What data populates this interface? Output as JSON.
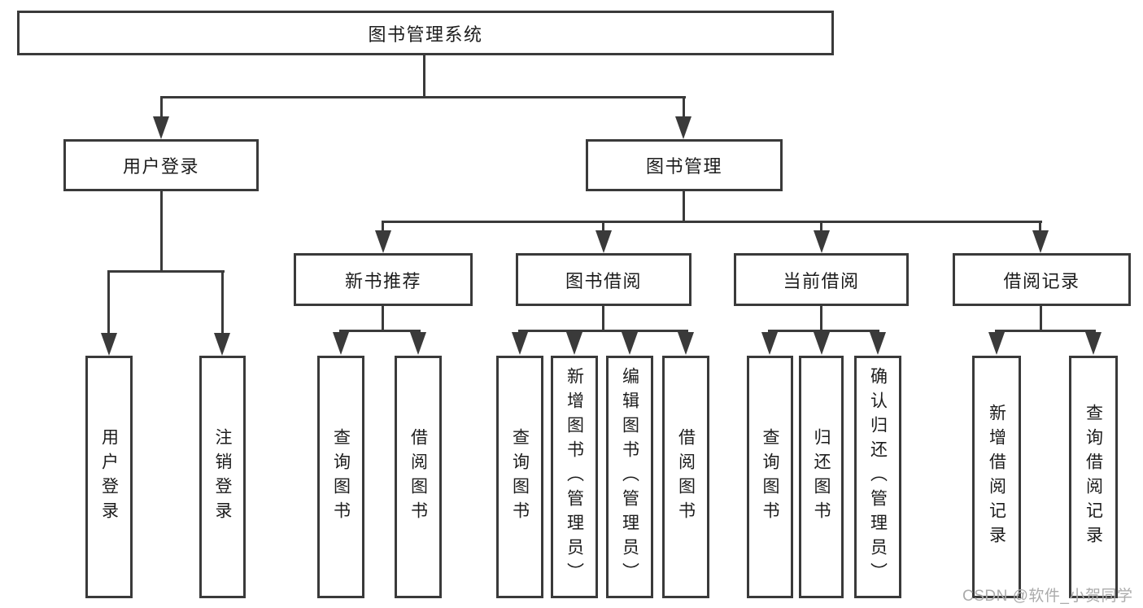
{
  "tree": {
    "root": {
      "label": "图书管理系统",
      "children": [
        {
          "label": "用户登录",
          "children": [
            {
              "label": "用户登录"
            },
            {
              "label": "注销登录"
            }
          ]
        },
        {
          "label": "图书管理",
          "children": [
            {
              "label": "新书推荐",
              "children": [
                {
                  "label": "查询图书"
                },
                {
                  "label": "借阅图书"
                }
              ]
            },
            {
              "label": "图书借阅",
              "children": [
                {
                  "label": "查询图书"
                },
                {
                  "label": "新增图书（管理员）"
                },
                {
                  "label": "编辑图书（管理员）"
                },
                {
                  "label": "借阅图书"
                }
              ]
            },
            {
              "label": "当前借阅",
              "children": [
                {
                  "label": "查询图书"
                },
                {
                  "label": "归还图书"
                },
                {
                  "label": "确认归还（管理员）"
                }
              ]
            },
            {
              "label": "借阅记录",
              "children": [
                {
                  "label": "新增借阅记录"
                },
                {
                  "label": "查询借阅记录"
                }
              ]
            }
          ]
        }
      ]
    }
  },
  "watermark": "CSDN @软件_小贺同学",
  "colors": {
    "line": "#3a3a3a",
    "text": "#1c1c1c",
    "watermark": "#ababab",
    "background": "#ffffff"
  }
}
